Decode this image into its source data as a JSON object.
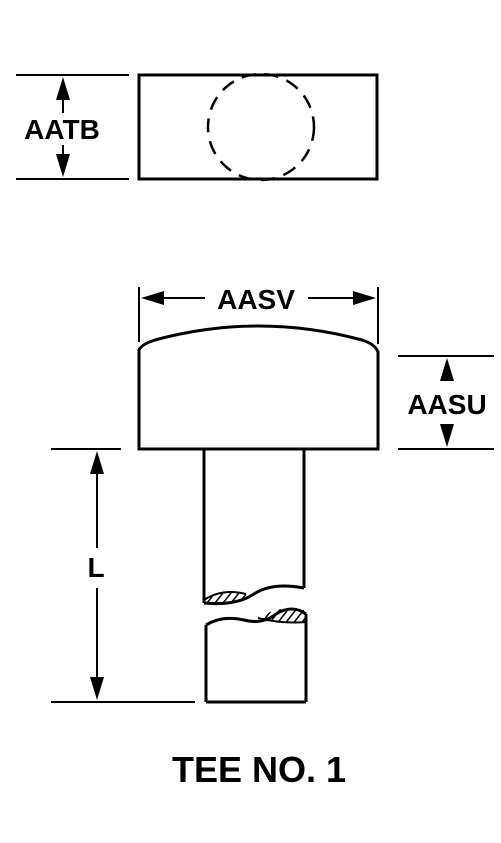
{
  "diagram": {
    "caption": "TEE NO. 1",
    "dimensions": {
      "top_height": "AATB",
      "head_width": "AASV",
      "head_height": "AASU",
      "shank_length": "L"
    }
  }
}
